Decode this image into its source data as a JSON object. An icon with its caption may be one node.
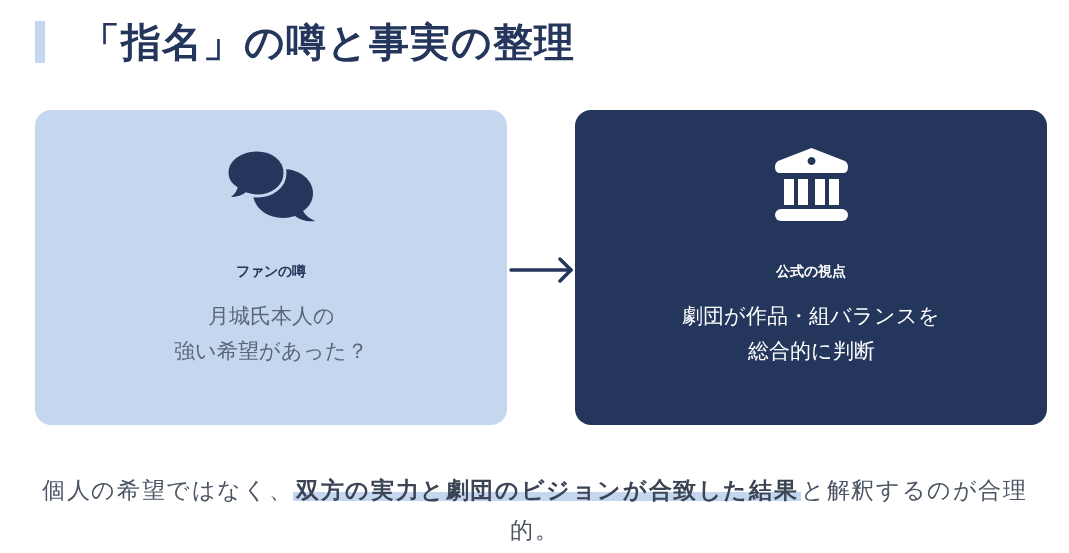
{
  "diagram": {
    "title": "「指名」の噂と事実の整理",
    "nodes": [
      {
        "text": [
          "ファンの噂",
          "月城氏本人の強い希望があった？"
        ]
      },
      {
        "text": [
          "公式の視点",
          "劇団が作品・組バランスを総合的に判断"
        ]
      }
    ],
    "edges": [
      {
        "from": 0,
        "to": 1,
        "arrow": "to"
      }
    ],
    "caption": "個人の希望ではなく、**双方の実力と劇団のビジョンが合致した結果**と解釈するのが合理的。"
  }
}
